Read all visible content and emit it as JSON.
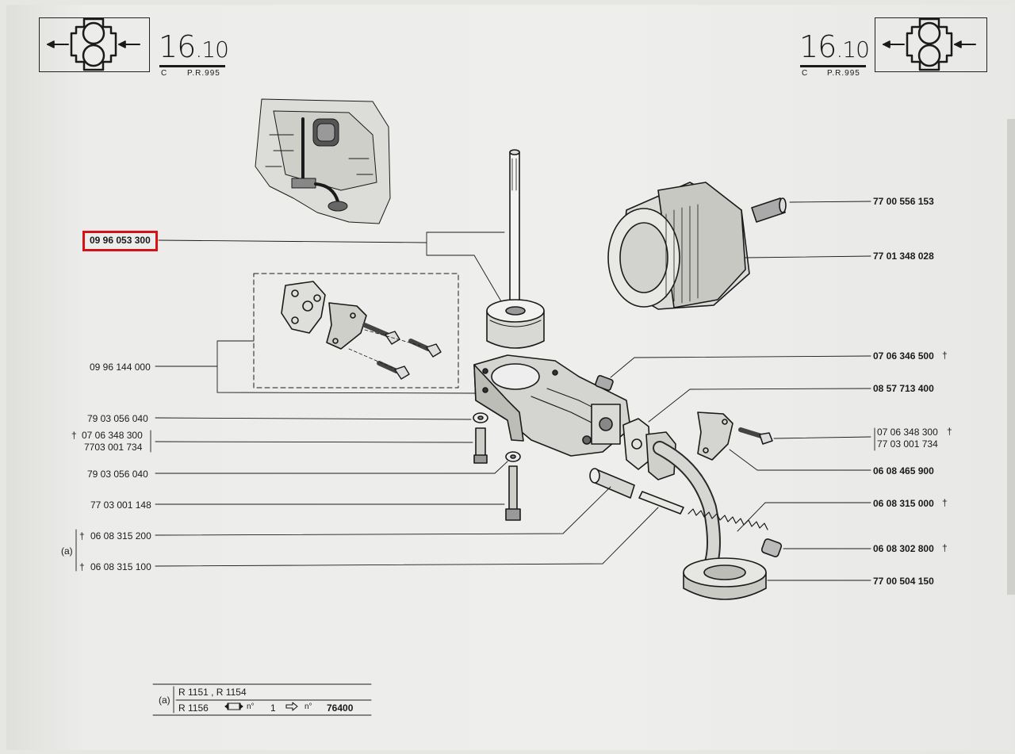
{
  "header": {
    "section_main": "16",
    "section_sub": ".10",
    "variant_letter": "C",
    "catalog_ref": "P.R.995",
    "icon": "oil-pump-gear-icon"
  },
  "left_labels": {
    "strainer_shaft": "09 96 053 300",
    "cover_kit": "09 96 144 000",
    "washer_top": "79 03 056 040",
    "screw_a": "07 06 348 300",
    "screw_b": "7703 001 734",
    "washer_bottom": "79 03 056 040",
    "bolt": "77 03 001 148",
    "variant_tag": "(a)",
    "pin_a": "06 08 315 200",
    "pin_b": "06 08 315 100"
  },
  "right_labels": {
    "nipple": "77 00 556 153",
    "filter": "77 01 348 028",
    "plug": "07 06 346 500",
    "gasket": "08 57 713 400",
    "bolt_a": "07 06 348 300",
    "bolt_b": "77 03 001 734",
    "plate": "06 08 465 900",
    "spring": "06 08 315 000",
    "valve": "06 08 302 800",
    "strainer": "77 00 504 150"
  },
  "dagger": "†",
  "footnote": {
    "tag": "(a)",
    "line1": "R 1151 , R 1154",
    "line2_model": "R 1156",
    "line2_n1": "n°",
    "line2_from": "1",
    "line2_n2": "n°",
    "line2_to": "76400"
  }
}
